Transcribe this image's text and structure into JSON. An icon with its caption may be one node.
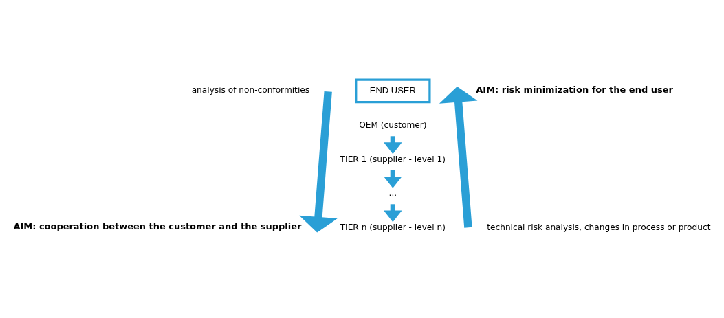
{
  "diagram": {
    "nodes": [
      {
        "text": [
          "END USER"
        ]
      },
      {
        "text": [
          "OEM (customer)"
        ]
      },
      {
        "text": [
          "TIER 1 (supplier - level 1)"
        ]
      },
      {
        "text": [
          "..."
        ]
      },
      {
        "text": [
          "TIER n (supplier - level n)"
        ]
      }
    ],
    "edges": [
      {
        "from": 1,
        "to": 2,
        "arrow": "to"
      },
      {
        "from": 2,
        "to": 3,
        "arrow": "to"
      },
      {
        "from": 3,
        "to": 4,
        "arrow": "to"
      }
    ],
    "labels": [
      "analysis of non-conformities",
      "AIM: risk minimization for the end user",
      "AIM: cooperation between the customer and the supplier",
      "technical risk analysis, changes in process or product"
    ]
  }
}
